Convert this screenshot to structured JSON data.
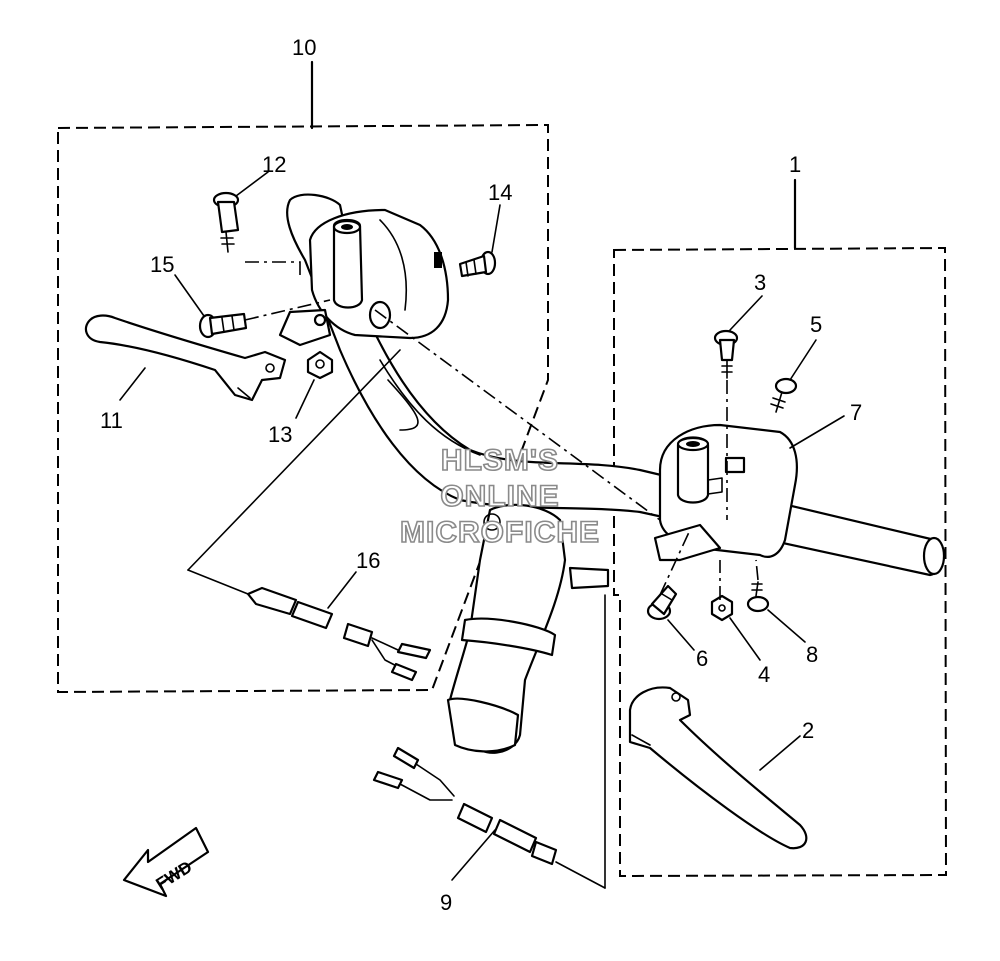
{
  "callouts": {
    "c1": "1",
    "c2": "2",
    "c3": "3",
    "c4": "4",
    "c5": "5",
    "c6": "6",
    "c7": "7",
    "c8": "8",
    "c9": "9",
    "c10": "10",
    "c11": "11",
    "c12": "12",
    "c13": "13",
    "c14": "14",
    "c15": "15",
    "c16": "16"
  },
  "watermark": {
    "line1": "HLSM'S",
    "line2": "ONLINE",
    "line3": "MICROFICHE"
  },
  "direction_label": "FWD"
}
